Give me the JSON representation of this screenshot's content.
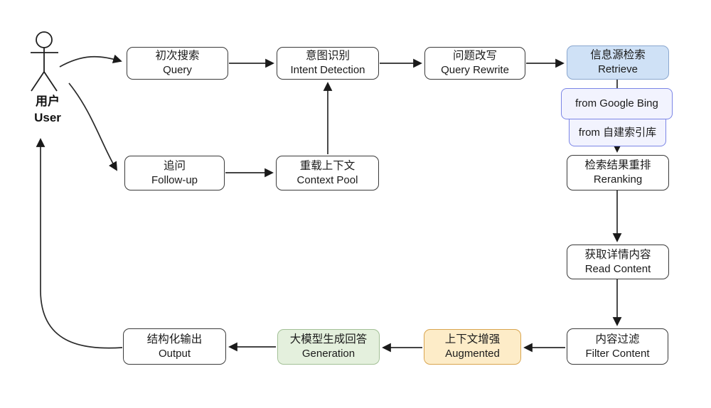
{
  "diagram_type": "flowchart",
  "actor": {
    "label_zh": "用户",
    "label_en": "User"
  },
  "nodes": {
    "query": {
      "zh": "初次搜索",
      "en": "Query"
    },
    "intent": {
      "zh": "意图识别",
      "en": "Intent Detection"
    },
    "rewrite": {
      "zh": "问题改写",
      "en": "Query Rewrite"
    },
    "retrieve": {
      "zh": "信息源检索",
      "en": "Retrieve"
    },
    "source_google": {
      "label": "from Google Bing"
    },
    "source_custom": {
      "label": "from 自建索引库"
    },
    "reranking": {
      "zh": "检索结果重排",
      "en": "Reranking"
    },
    "read_content": {
      "zh": "获取详情内容",
      "en": "Read Content"
    },
    "filter_content": {
      "zh": "内容过滤",
      "en": "Filter Content"
    },
    "augmented": {
      "zh": "上下文增强",
      "en": "Augmented"
    },
    "generation": {
      "zh": "大模型生成回答",
      "en": "Generation"
    },
    "output": {
      "zh": "结构化输出",
      "en": "Output"
    },
    "follow_up": {
      "zh": "追问",
      "en": "Follow-up"
    },
    "context_pool": {
      "zh": "重载上下文",
      "en": "Context Pool"
    }
  },
  "edges": [
    {
      "from": "user",
      "to": "query"
    },
    {
      "from": "user",
      "to": "follow_up"
    },
    {
      "from": "query",
      "to": "intent"
    },
    {
      "from": "intent",
      "to": "rewrite"
    },
    {
      "from": "rewrite",
      "to": "retrieve"
    },
    {
      "from": "retrieve",
      "to": "sources"
    },
    {
      "from": "sources",
      "to": "reranking"
    },
    {
      "from": "reranking",
      "to": "read_content"
    },
    {
      "from": "read_content",
      "to": "filter_content"
    },
    {
      "from": "filter_content",
      "to": "augmented"
    },
    {
      "from": "augmented",
      "to": "generation"
    },
    {
      "from": "generation",
      "to": "output"
    },
    {
      "from": "output",
      "to": "user"
    },
    {
      "from": "follow_up",
      "to": "context_pool"
    },
    {
      "from": "context_pool",
      "to": "intent"
    }
  ],
  "colors": {
    "background": "#ffffff",
    "line": "#2a2a2a",
    "box_border": "#3a3a3a",
    "text": "#1a1a1a",
    "retrieve_fill": "#cfe1f6",
    "retrieve_border": "#8aa7cf",
    "source_fill": "#f2f3fe",
    "source_border": "#7b85e6",
    "augmented_fill": "#fdecc8",
    "augmented_border": "#d9a54f",
    "generation_fill": "#e4f0dd",
    "generation_border": "#a3c096"
  }
}
